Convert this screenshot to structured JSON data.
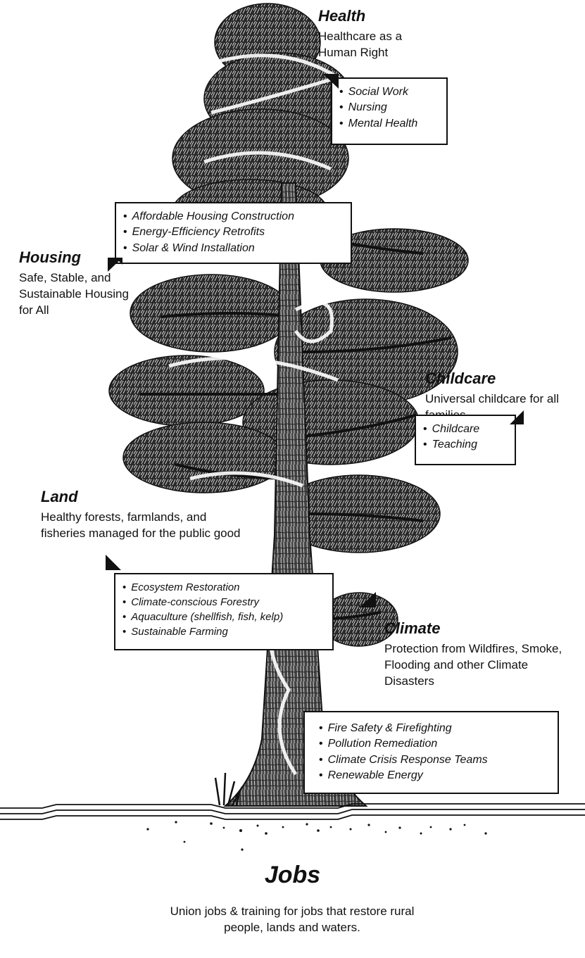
{
  "sections": {
    "health": {
      "title": "Health",
      "subtitle": "Healthcare as a Human Right",
      "items": [
        "Social Work",
        "Nursing",
        "Mental Health"
      ]
    },
    "housing": {
      "title": "Housing",
      "subtitle": "Safe, Stable, and Sustainable Housing for All",
      "items": [
        "Affordable Housing Construction",
        "Energy-Efficiency Retrofits",
        "Solar & Wind Installation"
      ]
    },
    "childcare": {
      "title": "Childcare",
      "subtitle": "Universal childcare for all families",
      "items": [
        "Childcare",
        "Teaching"
      ]
    },
    "land": {
      "title": "Land",
      "subtitle": "Healthy forests, farmlands, and fisheries managed for the public good",
      "items": [
        "Ecosystem Restoration",
        "Climate-conscious Forestry",
        "Aquaculture (shellfish, fish, kelp)",
        "Sustainable Farming"
      ]
    },
    "climate": {
      "title": "Climate",
      "subtitle": "Protection from Wildfires, Smoke, Flooding and other Climate Disasters",
      "items": [
        "Fire Safety & Firefighting",
        "Pollution Remediation",
        "Climate Crisis Response Teams",
        "Renewable Energy"
      ]
    },
    "jobs": {
      "title": "Jobs",
      "subtitle": "Union jobs & training for jobs that restore rural people, lands and waters."
    }
  }
}
